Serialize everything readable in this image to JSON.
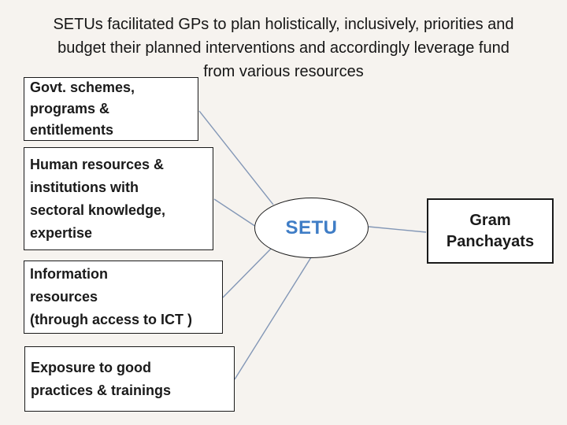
{
  "slide": {
    "title": "SETUs facilitated GPs to plan holistically, inclusively, priorities and\nbudget their planned interventions and accordingly leverage fund\nfrom various resources"
  },
  "diagram": {
    "source_boxes": [
      {
        "id": "govt-schemes",
        "label": "Govt. schemes,\nprograms &\nentitlements"
      },
      {
        "id": "human-resources",
        "label": "Human resources &\ninstitutions with\nsectoral knowledge,\nexpertise"
      },
      {
        "id": "information-resources",
        "label": "Information\nresources\n(through access to ICT )"
      },
      {
        "id": "exposure-practices",
        "label": "Exposure to good\npractices & trainings"
      }
    ],
    "hub": {
      "label": "SETU"
    },
    "target": {
      "label": "Gram\nPanchayats"
    }
  },
  "colors": {
    "background": "#F6F3EF",
    "box_fill": "#FFFFFF",
    "box_border": "#1A1A1A",
    "text": "#161616",
    "hub_text": "#3F7DC6",
    "connector": "#8397B6"
  }
}
